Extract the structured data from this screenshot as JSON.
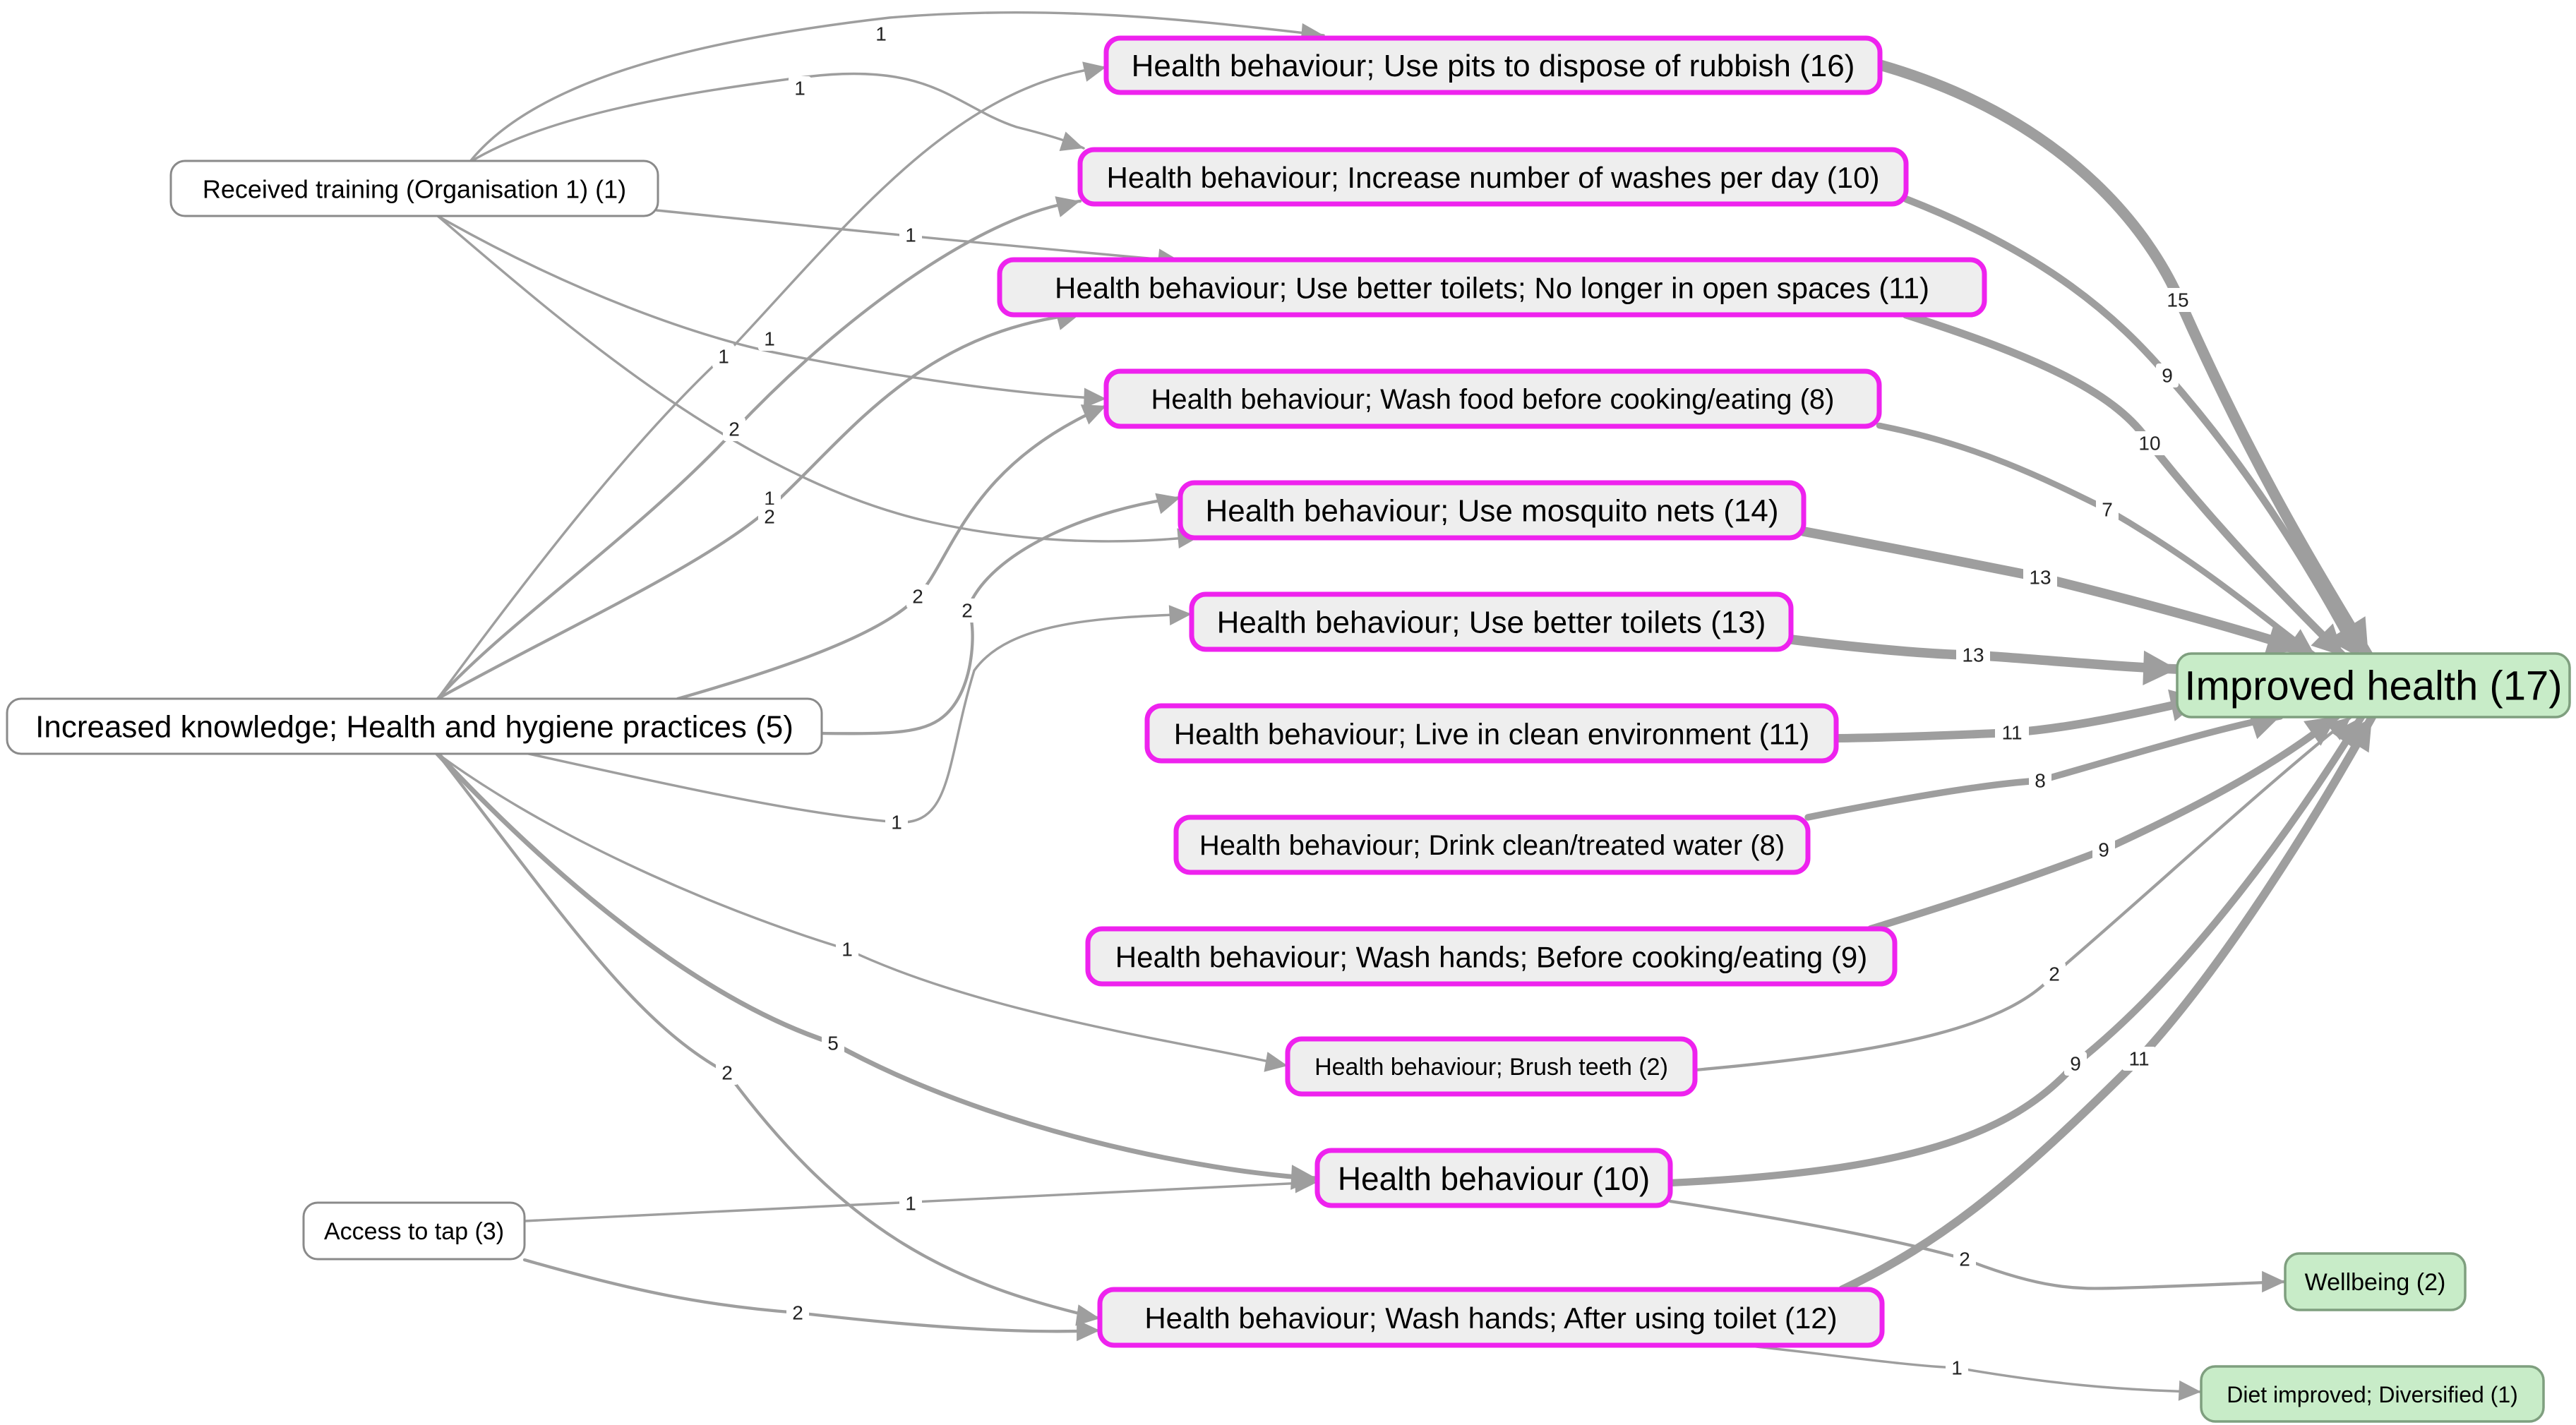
{
  "nodes": [
    {
      "id": "train",
      "label": "Received training (Organisation 1) (1)",
      "kind": "source"
    },
    {
      "id": "know",
      "label": "Increased knowledge; Health and hygiene practices (5)",
      "kind": "source"
    },
    {
      "id": "tap",
      "label": "Access to tap (3)",
      "kind": "source"
    },
    {
      "id": "pits",
      "label": "Health behaviour; Use pits to dispose of rubbish (16)",
      "kind": "behaviour"
    },
    {
      "id": "washes",
      "label": "Health behaviour; Increase number of washes per day (10)",
      "kind": "behaviour"
    },
    {
      "id": "toiletsopen",
      "label": "Health behaviour; Use better toilets; No longer in open spaces (11)",
      "kind": "behaviour"
    },
    {
      "id": "food",
      "label": "Health behaviour; Wash food before cooking/eating (8)",
      "kind": "behaviour"
    },
    {
      "id": "nets",
      "label": "Health behaviour; Use mosquito nets (14)",
      "kind": "behaviour"
    },
    {
      "id": "toilets",
      "label": "Health behaviour; Use better toilets (13)",
      "kind": "behaviour"
    },
    {
      "id": "clean",
      "label": "Health behaviour; Live in clean environment (11)",
      "kind": "behaviour"
    },
    {
      "id": "water",
      "label": "Health behaviour; Drink clean/treated water (8)",
      "kind": "behaviour"
    },
    {
      "id": "handscook",
      "label": "Health behaviour; Wash hands; Before cooking/eating (9)",
      "kind": "behaviour"
    },
    {
      "id": "teeth",
      "label": "Health behaviour; Brush teeth (2)",
      "kind": "behaviour"
    },
    {
      "id": "hb",
      "label": "Health behaviour (10)",
      "kind": "behaviour"
    },
    {
      "id": "handstoilet",
      "label": "Health behaviour; Wash hands; After using toilet (12)",
      "kind": "behaviour"
    },
    {
      "id": "health",
      "label": "Improved health (17)",
      "kind": "outcome"
    },
    {
      "id": "wellbeing",
      "label": "Wellbeing (2)",
      "kind": "outcome"
    },
    {
      "id": "diet",
      "label": "Diet improved; Diversified (1)",
      "kind": "outcome"
    }
  ],
  "edges": [
    {
      "from": "train",
      "to": "pits",
      "weight": "1"
    },
    {
      "from": "train",
      "to": "washes",
      "weight": "1"
    },
    {
      "from": "train",
      "to": "toiletsopen",
      "weight": "1"
    },
    {
      "from": "train",
      "to": "food",
      "weight": "1"
    },
    {
      "from": "train",
      "to": "nets",
      "weight": "1"
    },
    {
      "from": "know",
      "to": "pits",
      "weight": "1"
    },
    {
      "from": "know",
      "to": "washes",
      "weight": "2"
    },
    {
      "from": "know",
      "to": "toiletsopen",
      "weight": "2"
    },
    {
      "from": "know",
      "to": "food",
      "weight": "2"
    },
    {
      "from": "know",
      "to": "nets",
      "weight": "2"
    },
    {
      "from": "know",
      "to": "toilets",
      "weight": "1"
    },
    {
      "from": "know",
      "to": "teeth",
      "weight": "1"
    },
    {
      "from": "know",
      "to": "hb",
      "weight": "5"
    },
    {
      "from": "know",
      "to": "handstoilet",
      "weight": "2"
    },
    {
      "from": "tap",
      "to": "hb",
      "weight": "1"
    },
    {
      "from": "tap",
      "to": "handstoilet",
      "weight": "2"
    },
    {
      "from": "pits",
      "to": "health",
      "weight": "15"
    },
    {
      "from": "washes",
      "to": "health",
      "weight": "9"
    },
    {
      "from": "toiletsopen",
      "to": "health",
      "weight": "10"
    },
    {
      "from": "food",
      "to": "health",
      "weight": "7"
    },
    {
      "from": "nets",
      "to": "health",
      "weight": "13"
    },
    {
      "from": "toilets",
      "to": "health",
      "weight": "13"
    },
    {
      "from": "clean",
      "to": "health",
      "weight": "11"
    },
    {
      "from": "water",
      "to": "health",
      "weight": "8"
    },
    {
      "from": "handscook",
      "to": "health",
      "weight": "9"
    },
    {
      "from": "teeth",
      "to": "health",
      "weight": "2"
    },
    {
      "from": "hb",
      "to": "health",
      "weight": "9"
    },
    {
      "from": "handstoilet",
      "to": "health",
      "weight": "11"
    },
    {
      "from": "hb",
      "to": "wellbeing",
      "weight": "2"
    },
    {
      "from": "handstoilet",
      "to": "diet",
      "weight": "1"
    }
  ],
  "colors": {
    "source_border": "#8a8a8a",
    "source_fill": "#ffffff",
    "behaviour_border": "#ee22ee",
    "behaviour_fill": "#eeeeee",
    "outcome_border": "#7f9f7f",
    "outcome_fill": "#c8ecc8",
    "edge": "#9e9e9e"
  }
}
